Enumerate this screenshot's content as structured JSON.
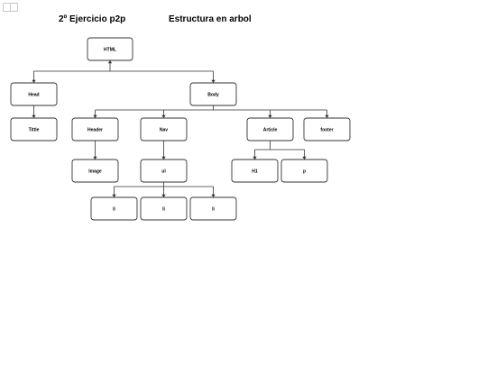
{
  "header": {
    "title": "2º Ejercicio p2p",
    "subtitle": "Estructura en arbol"
  },
  "nodes": [
    {
      "id": "html",
      "label": "HTML"
    },
    {
      "id": "head",
      "label": "Head"
    },
    {
      "id": "body",
      "label": "Body"
    },
    {
      "id": "title",
      "label": "Tittle"
    },
    {
      "id": "header",
      "label": "Header"
    },
    {
      "id": "nav",
      "label": "Nav"
    },
    {
      "id": "article",
      "label": "Article"
    },
    {
      "id": "footer",
      "label": "footer"
    },
    {
      "id": "image",
      "label": "Image"
    },
    {
      "id": "ul",
      "label": "ul"
    },
    {
      "id": "h1",
      "label": "H1"
    },
    {
      "id": "p",
      "label": "p"
    },
    {
      "id": "li1",
      "label": "li"
    },
    {
      "id": "li2",
      "label": "li"
    },
    {
      "id": "li3",
      "label": "li"
    }
  ],
  "edges": [
    {
      "from": "html",
      "to": "head"
    },
    {
      "from": "html",
      "to": "body"
    },
    {
      "from": "head",
      "to": "title"
    },
    {
      "from": "body",
      "to": "header"
    },
    {
      "from": "body",
      "to": "nav"
    },
    {
      "from": "body",
      "to": "article"
    },
    {
      "from": "body",
      "to": "footer"
    },
    {
      "from": "header",
      "to": "image"
    },
    {
      "from": "nav",
      "to": "ul"
    },
    {
      "from": "article",
      "to": "h1"
    },
    {
      "from": "article",
      "to": "p"
    },
    {
      "from": "ul",
      "to": "li1"
    },
    {
      "from": "ul",
      "to": "li2"
    },
    {
      "from": "ul",
      "to": "li3"
    }
  ]
}
